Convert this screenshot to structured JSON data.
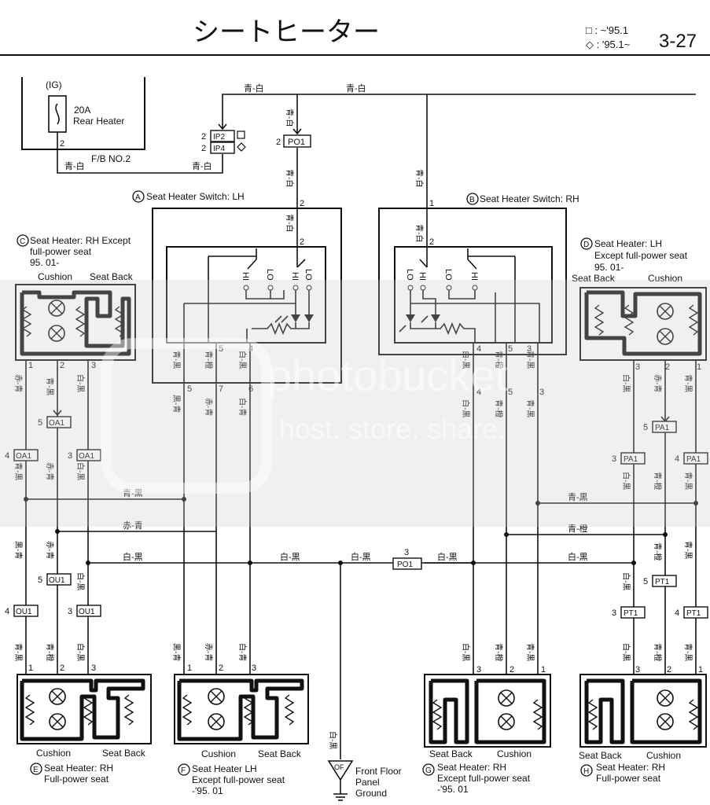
{
  "header": {
    "title": "シートヒーター",
    "page": "3-27",
    "legend_box": "□ : ~'95.1",
    "legend_diamond": "◇ : '95.1~"
  },
  "fuse": {
    "ig": "(IG)",
    "amp": "20A",
    "name": "Rear Heater",
    "pin": "2",
    "block": "F/B NO.2"
  },
  "wires": {
    "bw": "青-白",
    "bk": "青-黒",
    "rb": "赤-青",
    "wk": "白-黒",
    "bo": "青-橙",
    "kb": "黒-青",
    "ko": "黒-橙"
  },
  "wire_v": {
    "bw": "青-白",
    "bk": "青-黒",
    "kb": "黒-青",
    "rb": "赤-青",
    "wk": "白-黒",
    "bo": "青-橙",
    "wb": "白-青"
  },
  "connectors": {
    "ip2": "IP2",
    "ip4": "IP4",
    "po1": "PO1",
    "oa1": "OA1",
    "ou1": "OU1",
    "pa1": "PA1",
    "pt1": "PT1",
    "of": "OF"
  },
  "pins": {
    "p1": "1",
    "p2": "2",
    "p3": "3",
    "p4": "4",
    "p5": "5",
    "p6": "6",
    "p7": "7"
  },
  "sw_labels": {
    "hi": "HI",
    "lo": "LO"
  },
  "components": {
    "A": {
      "letter": "A",
      "name": "Seat Heater Switch: LH"
    },
    "B": {
      "letter": "B",
      "name": "Seat Heater Switch: RH"
    },
    "C": {
      "letter": "C",
      "name": "Seat Heater: RH Except",
      "l2": "full-power seat",
      "l3": "95. 01-"
    },
    "D": {
      "letter": "D",
      "name": "Seat Heater: LH",
      "l2": "Except full-power seat",
      "l3": "95. 01-"
    },
    "E": {
      "letter": "E",
      "name": "Seat Heater: RH",
      "l2": "Full-power seat"
    },
    "F": {
      "letter": "F",
      "name": "Seat Heater LH",
      "l2": "Except full-power seat",
      "l3": "-'95. 01"
    },
    "G": {
      "letter": "G",
      "name": "Seat Heater: RH",
      "l2": "Except full-power seat",
      "l3": "-'95. 01"
    },
    "H": {
      "letter": "H",
      "name": "Seat Heater: RH",
      "l2": "Full-power seat"
    }
  },
  "seat_labels": {
    "cushion": "Cushion",
    "seat_back": "Seat Back"
  },
  "ground": {
    "l1": "Front Floor",
    "l2": "Panel",
    "l3": "Ground"
  },
  "watermark": {
    "line1": "photobucket",
    "line2": "host. store. share."
  }
}
